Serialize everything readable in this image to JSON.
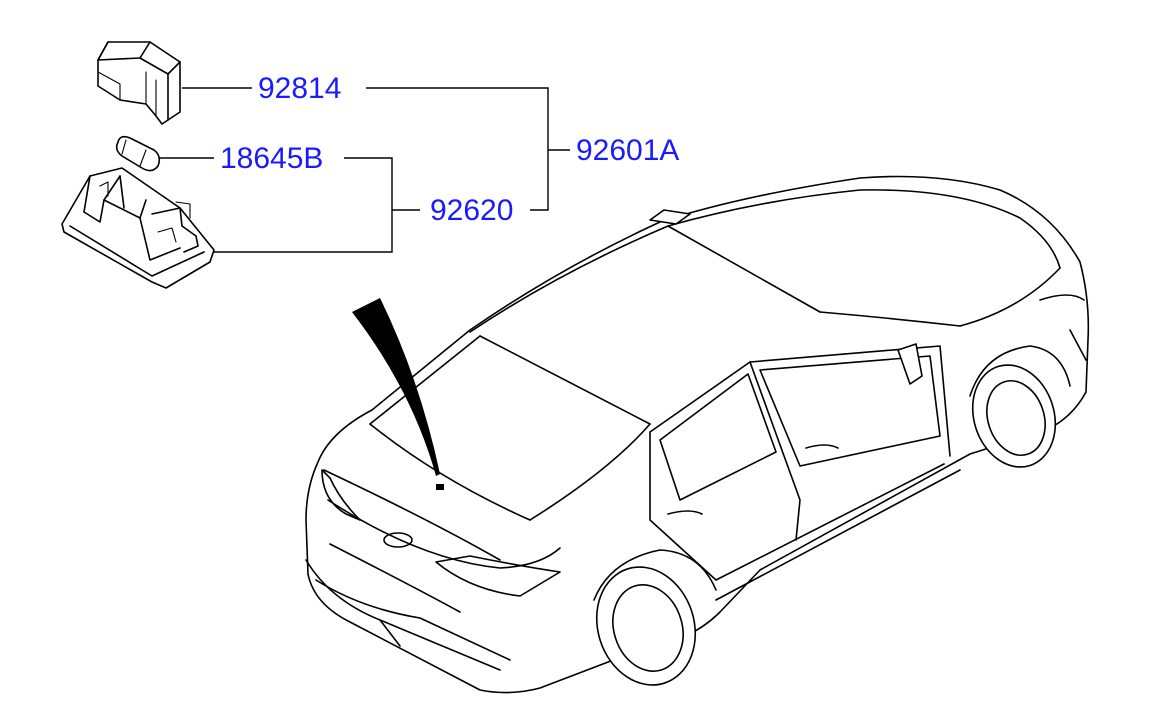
{
  "diagram": {
    "part_numbers": {
      "cover": "92814",
      "bulb": "18645B",
      "lamp_housing": "92620",
      "assembly": "92601A"
    }
  }
}
